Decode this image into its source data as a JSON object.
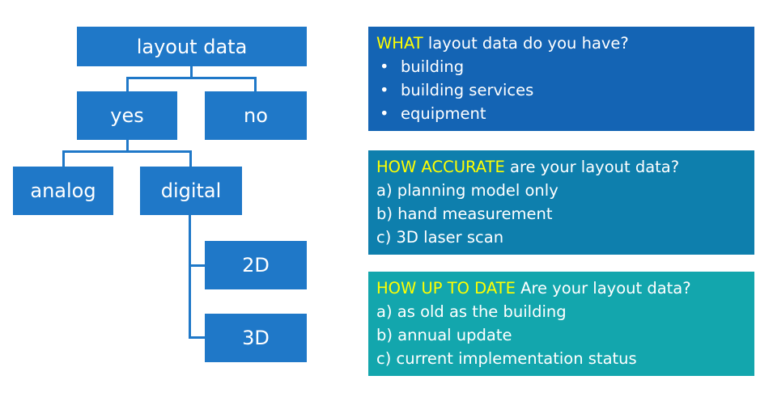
{
  "tree": {
    "root": "layout data",
    "yes": "yes",
    "no": "no",
    "analog": "analog",
    "digital": "digital",
    "d2": "2D",
    "d3": "3D"
  },
  "panels": [
    {
      "highlight": "WHAT",
      "rest": " layout data do you have?",
      "items": [
        "building",
        "building services",
        "equipment"
      ],
      "color": "#1464b4"
    },
    {
      "highlight": "HOW ACCURATE",
      "rest": " are your layout data?",
      "items": [
        "a) planning model only",
        "b) hand measurement",
        "c) 3D laser scan"
      ],
      "color": "#0e7fad"
    },
    {
      "highlight": "HOW UP TO DATE",
      "rest": " Are your layout data?",
      "items": [
        "a) as old as the building",
        "b) annual update",
        "c) current implementation status"
      ],
      "color": "#13a6ad"
    }
  ],
  "colors": {
    "node": "#1f78c8",
    "highlight": "#ffff00"
  }
}
